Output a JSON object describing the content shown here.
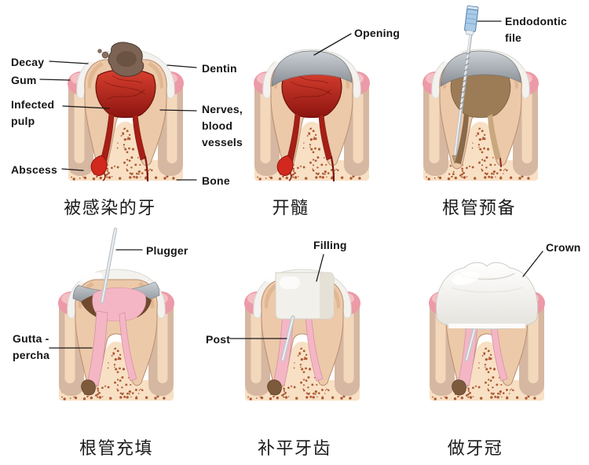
{
  "panels": [
    {
      "name": "infected-tooth",
      "caption": "被感染的牙",
      "variant": "infected",
      "labels": [
        {
          "text": "Decay"
        },
        {
          "text": "Gum"
        },
        {
          "text": "Infected\npulp"
        },
        {
          "text": "Abscess"
        },
        {
          "text": "Dentin"
        },
        {
          "text": "Nerves,\nblood\nvessels"
        },
        {
          "text": "Bone"
        }
      ]
    },
    {
      "name": "opening",
      "caption": "开髓",
      "variant": "opening",
      "labels": [
        {
          "text": "Opening"
        }
      ]
    },
    {
      "name": "root-canal-preparation",
      "caption": "根管预备",
      "variant": "file",
      "labels": [
        {
          "text": "Endodontic\nfile"
        }
      ]
    },
    {
      "name": "root-canal-filling",
      "caption": "根管充填",
      "variant": "plugger",
      "labels": [
        {
          "text": "Plugger"
        },
        {
          "text": "Gutta -\npercha"
        }
      ]
    },
    {
      "name": "tooth-filling",
      "caption": "补平牙齿",
      "variant": "filling",
      "labels": [
        {
          "text": "Filling"
        },
        {
          "text": "Post"
        }
      ]
    },
    {
      "name": "crown",
      "caption": "做牙冠",
      "variant": "crown",
      "labels": [
        {
          "text": "Crown"
        }
      ]
    }
  ],
  "colors": {
    "background": "#ffffff",
    "label_text": "#151515",
    "leader_line": "#1a1a1a",
    "enamel": "#f3f2ef",
    "dentin": "#ecc9a9",
    "dentin_outline": "#b98e6e",
    "tissue": "#d6b7a1",
    "tissue_strip": "#f3d8bc",
    "gum": "#ec9aa7",
    "gum_highlight": "#f6c8cc",
    "bone": "#f8e0c4",
    "bone_speckle": "#a0421c",
    "pulp_red": "#d8402f",
    "pulp_red_dark": "#8c1510",
    "pulp_canal": "#a51f16",
    "abscess_red": "#d2281e",
    "decay_brown": "#7d6354",
    "opening_gray": "#9aa0a6",
    "metal": "#c0c6cc",
    "metal_light": "#eef1f4",
    "file_handle": "#aacbe8",
    "gutta_pink": "#f4b6c4",
    "gutta_outline": "#d791a4",
    "cavity_brown": "#6f4a2f",
    "apex_brown": "#7d5a3c",
    "filling_white": "#f2f0ea",
    "crown_white": "#fdfdfc"
  }
}
